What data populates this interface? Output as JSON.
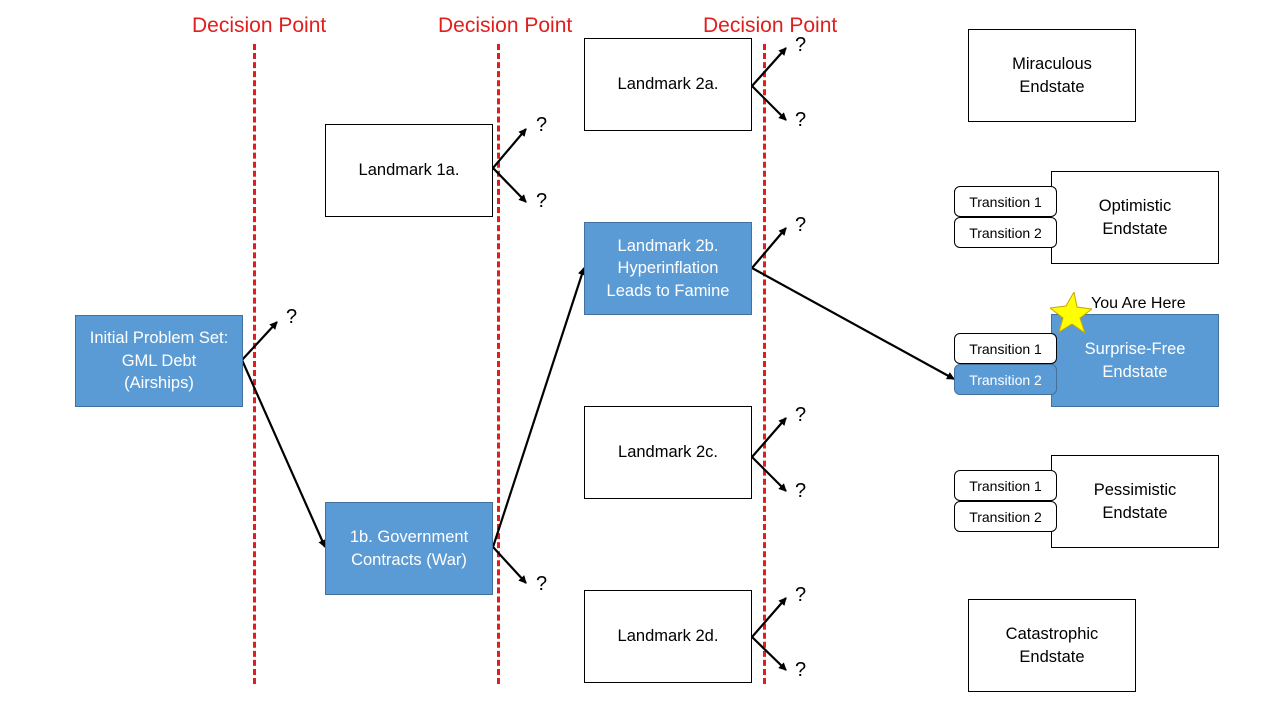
{
  "decision_points": [
    {
      "label": "Decision Point"
    },
    {
      "label": "Decision Point"
    },
    {
      "label": "Decision Point"
    }
  ],
  "nodes": {
    "initial": "Initial Problem Set:\nGML Debt\n(Airships)",
    "landmark_1a": "Landmark 1a.",
    "landmark_1b": "1b. Government\nContracts (War)",
    "landmark_2a": "Landmark 2a.",
    "landmark_2b": "Landmark 2b.\nHyperinflation\nLeads to Famine",
    "landmark_2c": "Landmark 2c.",
    "landmark_2d": "Landmark 2d.",
    "miraculous": "Miraculous\nEndstate",
    "optimistic": "Optimistic\nEndstate",
    "surprise_free": "Surprise-Free\nEndstate",
    "pessimistic": "Pessimistic\nEndstate",
    "catastrophic": "Catastrophic\nEndstate"
  },
  "transitions": {
    "optimistic": [
      "Transition 1",
      "Transition 2"
    ],
    "surprise_free": [
      "Transition 1",
      "Transition 2"
    ],
    "pessimistic": [
      "Transition 1",
      "Transition 2"
    ]
  },
  "unknown_marker": "?",
  "you_are_here": "You Are Here",
  "colors": {
    "highlight_fill": "#5b9bd5",
    "highlight_border": "#41719c",
    "decision_line": "#e01e1e",
    "star": "#ffff00"
  }
}
